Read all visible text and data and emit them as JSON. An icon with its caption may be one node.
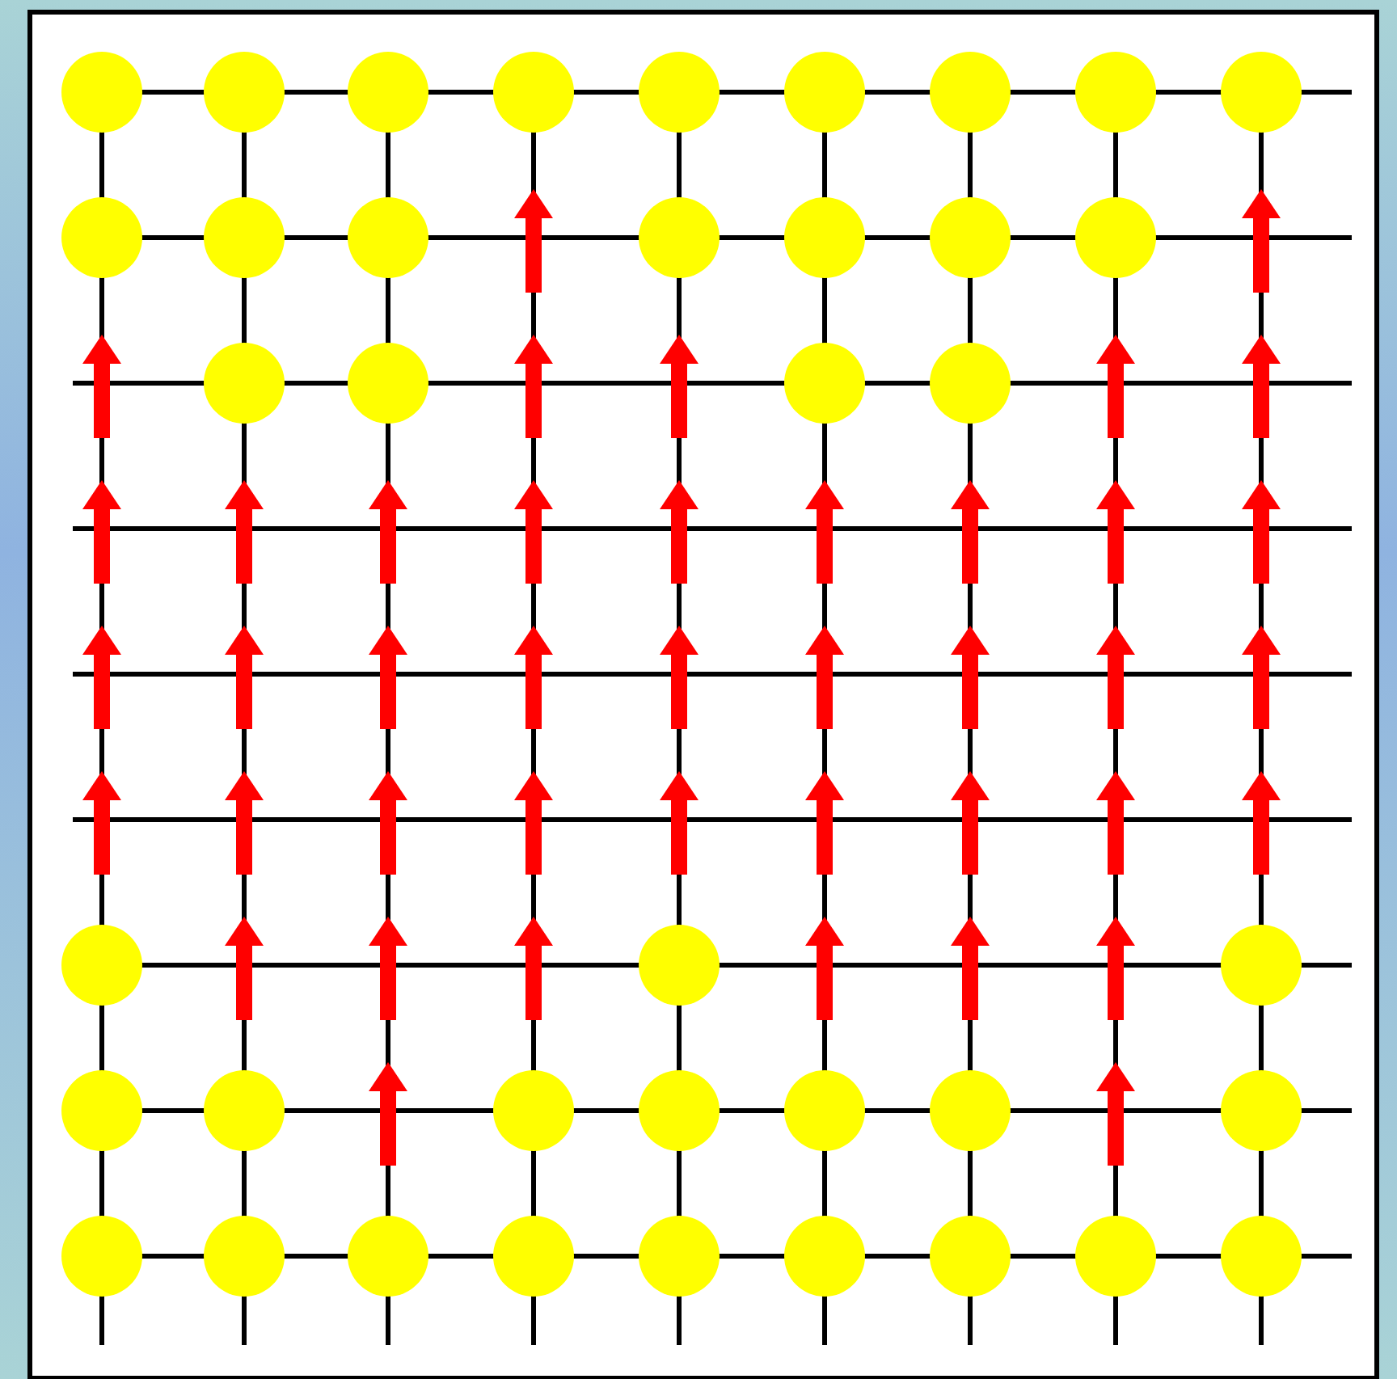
{
  "diagram": {
    "nodes": [
      {
        "text": [],
        "shape": "circle"
      },
      {
        "text": [],
        "shape": "circle"
      },
      {
        "text": [],
        "shape": "circle"
      },
      {
        "text": [],
        "shape": "circle"
      },
      {
        "text": [],
        "shape": "circle"
      },
      {
        "text": [],
        "shape": "circle"
      },
      {
        "text": [],
        "shape": "circle"
      },
      {
        "text": [],
        "shape": "circle"
      },
      {
        "text": [],
        "shape": "circle"
      },
      {
        "text": [],
        "shape": "circle"
      },
      {
        "text": [],
        "shape": "circle"
      },
      {
        "text": [],
        "shape": "circle"
      },
      {
        "text": [],
        "shape": "circle"
      },
      {
        "text": [],
        "shape": "circle"
      },
      {
        "text": [],
        "shape": "circle"
      },
      {
        "text": [],
        "shape": "circle"
      },
      {
        "text": [],
        "shape": "circle"
      },
      {
        "text": [],
        "shape": "circle"
      },
      {
        "text": [],
        "shape": "circle"
      },
      {
        "text": [],
        "shape": "circle"
      },
      {
        "text": [],
        "shape": "circle"
      },
      {
        "text": [],
        "shape": "circle"
      },
      {
        "text": [],
        "shape": "circle"
      },
      {
        "text": [],
        "shape": "circle"
      },
      {
        "text": [],
        "shape": "circle"
      },
      {
        "text": [],
        "shape": "circle"
      },
      {
        "text": [],
        "shape": "circle"
      },
      {
        "text": [],
        "shape": "circle"
      },
      {
        "text": [],
        "shape": "circle"
      },
      {
        "text": [],
        "shape": "circle"
      },
      {
        "text": [],
        "shape": "circle"
      },
      {
        "text": [],
        "shape": "circle"
      },
      {
        "text": [],
        "shape": "circle"
      },
      {
        "text": [],
        "shape": "circle"
      },
      {
        "text": [],
        "shape": "circle"
      },
      {
        "text": [],
        "shape": "circle"
      },
      {
        "text": [],
        "shape": "circle"
      },
      {
        "text": [],
        "shape": "circle"
      },
      {
        "text": [],
        "shape": "circle"
      }
    ]
  }
}
